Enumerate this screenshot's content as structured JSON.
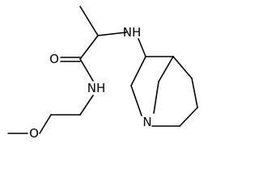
{
  "molecule": {
    "atoms": [
      {
        "id": "nh_top",
        "label": "NH"
      },
      {
        "id": "o_carbonyl",
        "label": "O"
      },
      {
        "id": "nh_amide",
        "label": "NH"
      },
      {
        "id": "o_methoxy",
        "label": "O"
      },
      {
        "id": "n_ring",
        "label": "N"
      }
    ]
  },
  "colors": {
    "bond": "#000000",
    "background": "#ffffff"
  }
}
